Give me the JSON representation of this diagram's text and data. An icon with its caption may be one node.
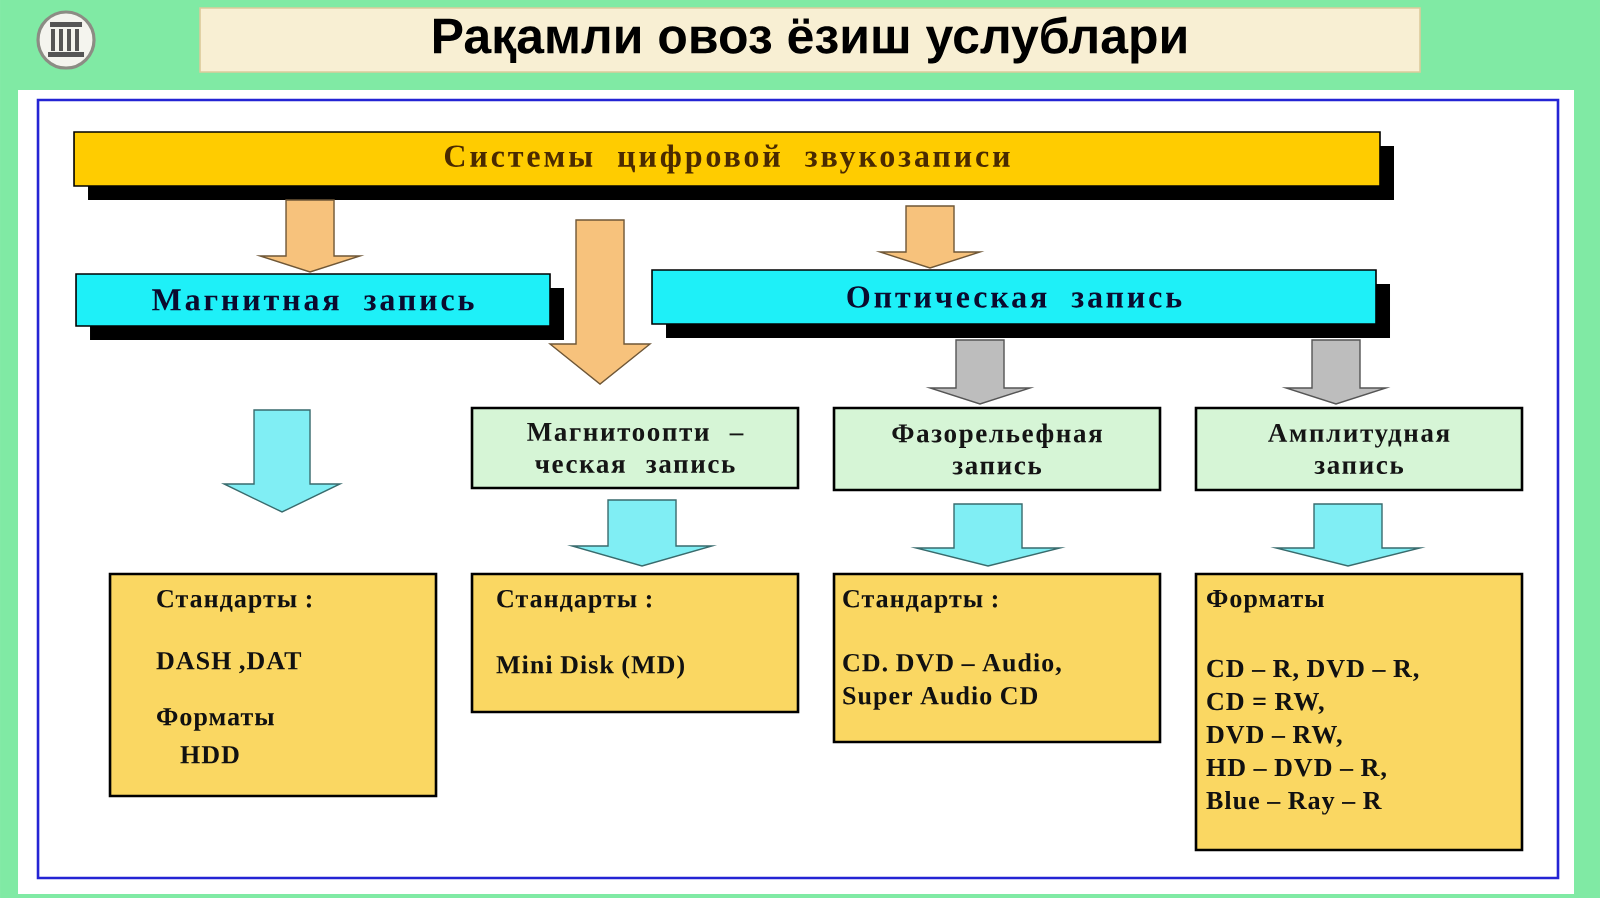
{
  "diagram": {
    "title": "Рақамли овоз ёзиш услублари",
    "nodes": [
      {
        "text": [
          "Системы цифровой звукозаписи"
        ]
      },
      {
        "text": [
          "Магнитная запись"
        ]
      },
      {
        "text": [
          "Оптическая запись"
        ]
      },
      {
        "text": [
          "Магнитоопти – ческая запись"
        ]
      },
      {
        "text": [
          "Фазорельефная запись"
        ]
      },
      {
        "text": [
          "Амплитудная запись"
        ]
      },
      {
        "text": [
          "Стандарты :",
          "DASH ,DAT",
          "Форматы",
          "HDD"
        ]
      },
      {
        "text": [
          "Стандарты :",
          "Mini Disk (MD)"
        ]
      },
      {
        "text": [
          "Стандарты :",
          "CD. DVD – Audio, Super Audio CD"
        ]
      },
      {
        "text": [
          "Форматы",
          "CD – R, DVD – R, CD = RW, DVD – RW, HD – DVD – R, Blue – Ray – R"
        ]
      }
    ],
    "edges": [
      {
        "from": 0,
        "to": 1,
        "arrow": "to",
        "color": "#f7c27c"
      },
      {
        "from": 0,
        "to": 3,
        "arrow": "to",
        "color": "#f7c27c"
      },
      {
        "from": 0,
        "to": 2,
        "arrow": "to",
        "color": "#f7c27c"
      },
      {
        "from": 2,
        "to": 4,
        "arrow": "to",
        "color": "#bdbdbd"
      },
      {
        "from": 2,
        "to": 5,
        "arrow": "to",
        "color": "#bdbdbd"
      },
      {
        "from": 1,
        "to": 6,
        "arrow": "to"
      },
      {
        "from": 3,
        "to": 7,
        "arrow": "to"
      },
      {
        "from": 4,
        "to": 8,
        "arrow": "to"
      },
      {
        "from": 5,
        "to": 9,
        "arrow": "to"
      }
    ]
  }
}
